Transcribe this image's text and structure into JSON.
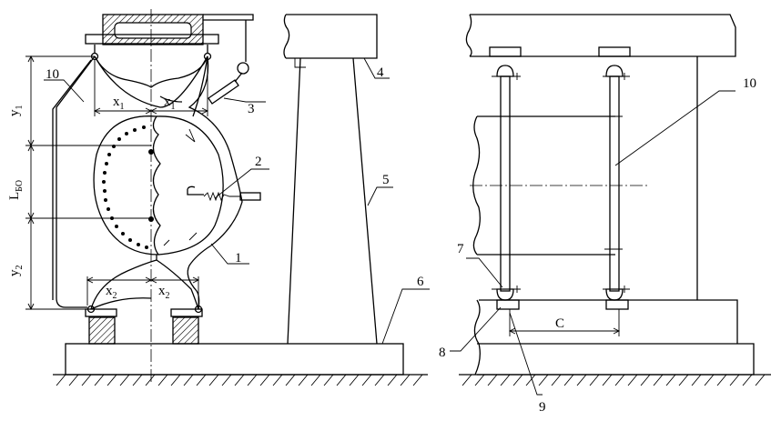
{
  "labels": {
    "part_1": "1",
    "part_2": "2",
    "part_3": "3",
    "part_4": "4",
    "part_5": "5",
    "part_6": "6",
    "part_7": "7",
    "part_8": "8",
    "part_9": "9",
    "part_10_left": "10",
    "part_10_right": "10"
  },
  "dims": {
    "x1_left": "x",
    "x1_left_sub": "1",
    "x1_right": "x",
    "x1_right_sub": "1",
    "x2_left": "x",
    "x2_left_sub": "2",
    "x2_right": "x",
    "x2_right_sub": "2",
    "y1": "y",
    "y1_sub": "1",
    "y2": "y",
    "y2_sub": "2",
    "lbo": "L",
    "lbo_sub": "БО",
    "c": "C"
  }
}
